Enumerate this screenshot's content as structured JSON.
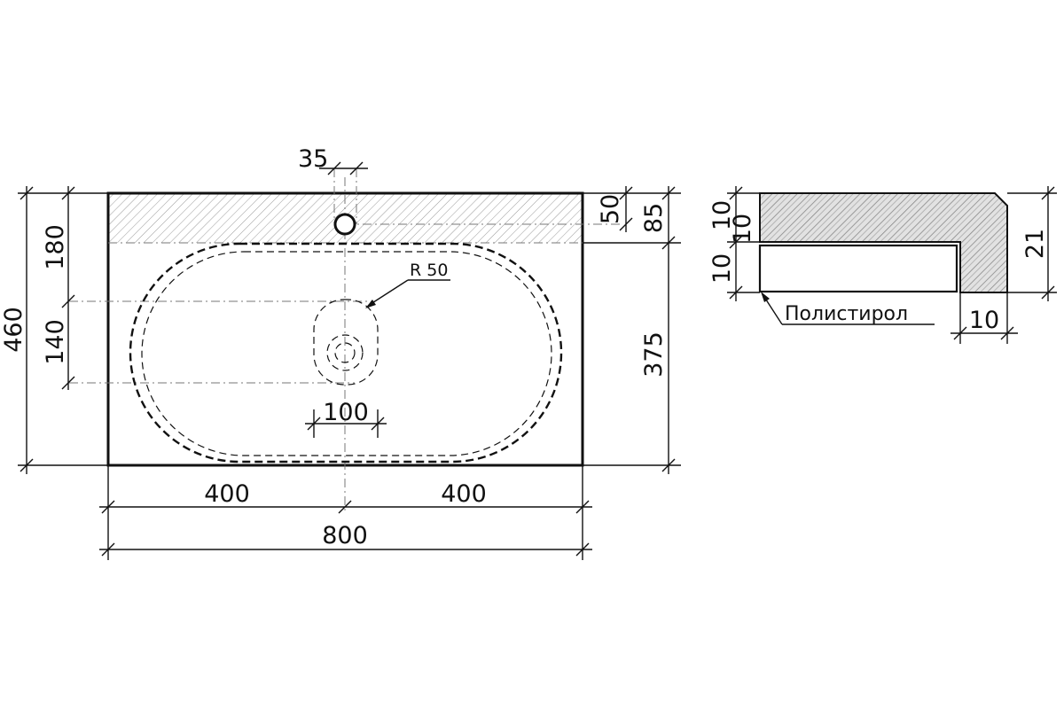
{
  "plan_view": {
    "dims": {
      "faucet_offset": "35",
      "ledge_50": "50",
      "ledge_85": "85",
      "back_depth": "180",
      "drain_offset": "140",
      "total_depth": "460",
      "bowl_depth": "375",
      "drain_width": "100",
      "half_left": "400",
      "half_right": "400",
      "total_width": "800"
    },
    "radius_label": "R 50"
  },
  "section_view": {
    "dims": {
      "top_layer": "10",
      "middle_layer": "10",
      "bottom_layer": "10",
      "total_height": "21",
      "side_width": "10"
    },
    "material_label": "Полистирол"
  },
  "colors": {
    "line": "#111111",
    "hatch": "#9a9a9a",
    "background": "#ffffff"
  }
}
